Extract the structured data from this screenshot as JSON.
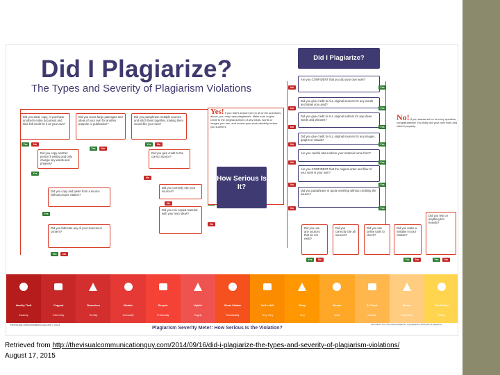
{
  "infographic": {
    "title": "Did I Plagiarize?",
    "subtitle": "The Types and Severity of Plagiarism Violations",
    "header_pill": "Did I Plagiarize?",
    "yes_title": "Yes!",
    "no_title": "No!",
    "how_serious": "How Serious Is It?",
    "yes_label": "Yes",
    "no_label": "No",
    "left_questions": [
      "Did you steal, copy, or purchase another's entire document and take full credit for it as your own?",
      "Did you reuse large passages and ideas of your own for another purpose or publication?",
      "Did you paraphrase multiple sources and stitch them together, making them sound like your own?",
      "Did you copy another person's writing and only change key words and phrases?",
      "Did you give credit to the correct source?",
      "Did you copy and paste from a source without proper citation?",
      "Did you correctly cite your sources?",
      "Did you mix copied material with your own ideas?",
      "Did you fabricate any of your sources or content?"
    ],
    "right_questions": [
      "Are you CONFIDENT that you did your own work?",
      "Did you give credit to ALL original sources for any words and ideas you used?",
      "Did you give credit to ALL original authors for any ideas, words and phrases?",
      "Did you give credit to ALL original sources for any images, graphs or visuals?",
      "Are you careful about where your material came from?",
      "Are you CONFIDENT that the original order and flow of your work is your own?",
      "Did you paraphrase or quote anything without crediting the source?",
      "Did you use any sources that do not exist?",
      "Did you correctly cite all sources?",
      "Did you use online tools to check?",
      "Did you make a mistake in your citation?",
      "Did you rely on anything too heavily?"
    ],
    "yes_text": "If you didn't answer yes to all of the questions above, you may have plagiarized. Make sure to give credit to the original authors of any ideas, words or images you use, and review your work carefully before you submit it.",
    "no_text": "If you answered no to every question, congratulations! You likely did your own work and cited it properly."
  },
  "meter": {
    "title": "Plagiarism Severity Meter: How Serious Is the Violation?",
    "footer_left": "TheVisualCommunicationGuy.com | 2014",
    "footer_right": "Information from http://www.plagiarism.org/plagiarism-101/types-of-plagiarism",
    "items": [
      {
        "name": "Identity Theft",
        "severity": "Insanely",
        "color": "#b71c1c",
        "icon": "mask-icon"
      },
      {
        "name": "Copycat",
        "severity": "Extremely",
        "color": "#c62828",
        "icon": "cat-icon"
      },
      {
        "name": "Chameleon",
        "severity": "Terribly",
        "color": "#d32f2f",
        "icon": "cherry-icon"
      },
      {
        "name": "Mistake",
        "severity": "Unusually",
        "color": "#e53935",
        "icon": "no-sign-icon"
      },
      {
        "name": "Recycle",
        "severity": "Profoundly",
        "color": "#f44336",
        "icon": "recycle-icon"
      },
      {
        "name": "Hybrid",
        "severity": "Hugely",
        "color": "#ef5350",
        "icon": "lock-icon"
      },
      {
        "name": "Ghost Citation",
        "severity": "Remarkably",
        "color": "#f4511e",
        "icon": "ghost-icon"
      },
      {
        "name": "Half-n-Half",
        "severity": "Very, Very",
        "color": "#fb8c00",
        "icon": "half-circle-icon"
      },
      {
        "name": "Sharp",
        "severity": "Very",
        "color": "#ff9800",
        "icon": "puzzle-icon"
      },
      {
        "name": "Mosaic",
        "severity": "Quite",
        "color": "#ffa726",
        "icon": "mosaic-icon"
      },
      {
        "name": "Re-Tweet",
        "severity": "Notably",
        "color": "#ffb74d",
        "icon": "bird-icon"
      },
      {
        "name": "Misuse",
        "severity": "Somewhat",
        "color": "#ffcc80",
        "icon": "hook-icon"
      },
      {
        "name": "Too Perfect",
        "severity": "Mildly",
        "color": "#ffd54f",
        "icon": "key-icon"
      }
    ]
  },
  "caption": {
    "prefix": "Retrieved from ",
    "link_text": "http://thevisualcommunicationguy.com/2014/09/16/did-i-plagiarize-the-types-and-severity-of-plagiarism-violations/",
    "date": "August 17, 2015"
  }
}
